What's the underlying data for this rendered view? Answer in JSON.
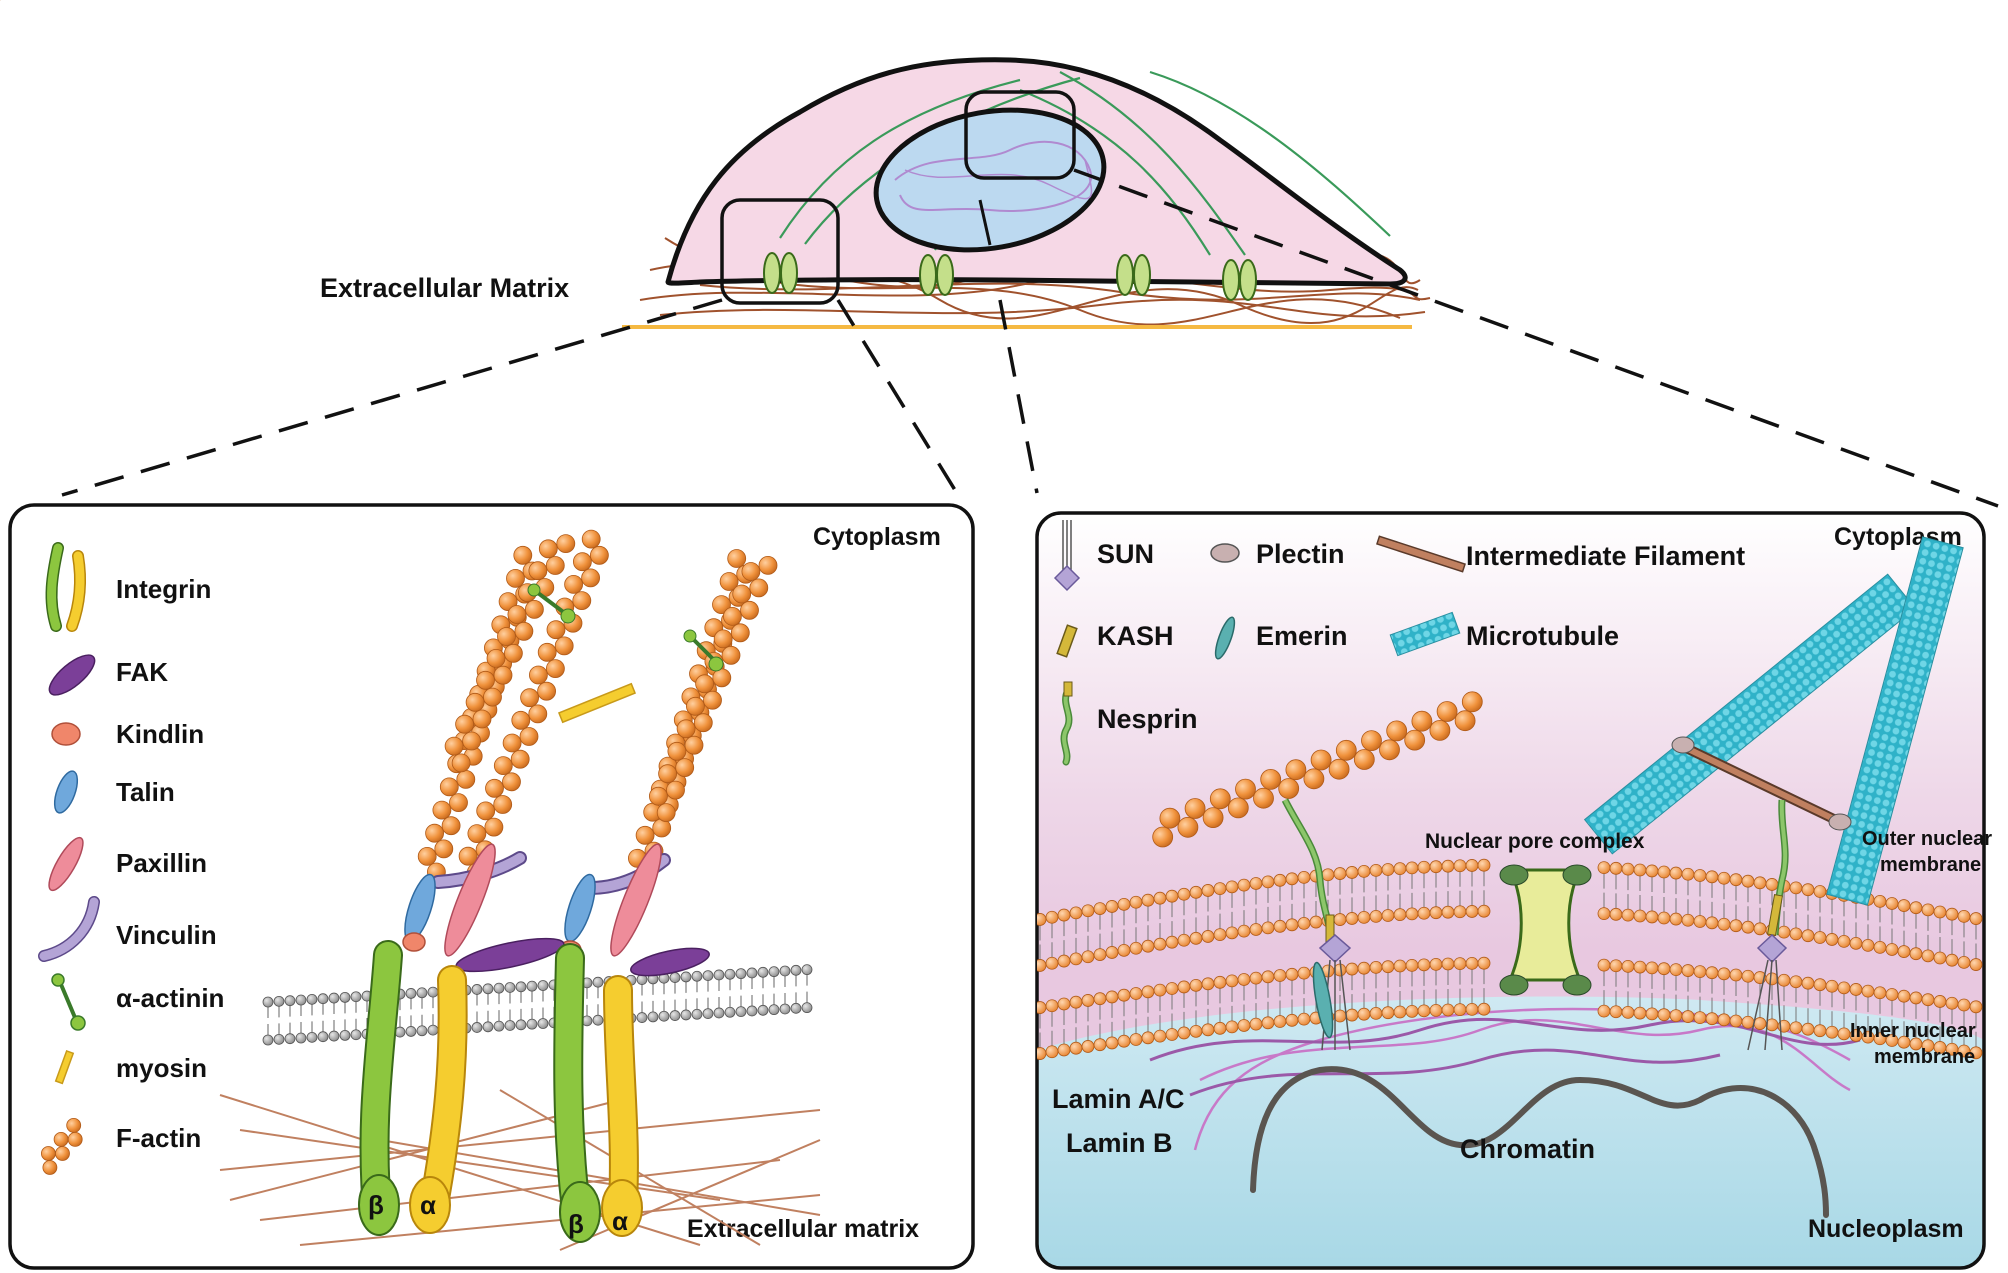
{
  "top": {
    "ecm_label": "Extracellular Matrix"
  },
  "left_panel": {
    "region_top": "Cytoplasm",
    "region_bottom": "Extracellular matrix",
    "legend": [
      {
        "icon": "integrin-icon",
        "label": "Integrin"
      },
      {
        "icon": "fak-icon",
        "label": "FAK"
      },
      {
        "icon": "kindlin-icon",
        "label": "Kindlin"
      },
      {
        "icon": "talin-icon",
        "label": "Talin"
      },
      {
        "icon": "paxillin-icon",
        "label": "Paxillin"
      },
      {
        "icon": "vinculin-icon",
        "label": "Vinculin"
      },
      {
        "icon": "alpha-actinin-icon",
        "label": "α-actinin"
      },
      {
        "icon": "myosin-icon",
        "label": "myosin"
      },
      {
        "icon": "f-actin-icon",
        "label": "F-actin"
      }
    ],
    "subunits": {
      "beta": "β",
      "alpha": "α"
    }
  },
  "right_panel": {
    "region_top": "Cytoplasm",
    "region_bottom": "Nucleoplasm",
    "legend": [
      {
        "icon": "sun-icon",
        "label": "SUN"
      },
      {
        "icon": "plectin-icon",
        "label": "Plectin"
      },
      {
        "icon": "intermediate-filament-icon",
        "label": "Intermediate Filament"
      },
      {
        "icon": "kash-icon",
        "label": "KASH"
      },
      {
        "icon": "emerin-icon",
        "label": "Emerin"
      },
      {
        "icon": "microtubule-icon",
        "label": "Microtubule"
      },
      {
        "icon": "nesprin-icon",
        "label": "Nesprin"
      }
    ],
    "npc_label": "Nuclear pore complex",
    "outer_membrane": [
      "Outer nuclear",
      "membrane"
    ],
    "inner_membrane": [
      "Inner nuclear",
      "membrane"
    ],
    "lamin_ac": "Lamin A/C",
    "lamin_b": "Lamin B",
    "chromatin": "Chromatin"
  },
  "colors": {
    "cell_fill": "#f6d8e6",
    "nucleus_fill": "#bcd9f0",
    "actin": "#f0923c",
    "integrin_beta": "#8cc63f",
    "integrin_alpha": "#f5cd2f",
    "fak": "#7b3f98",
    "talin": "#6fa8dc",
    "paxillin": "#ee8c9a",
    "vinculin": "#b4a4d6",
    "microtubule": "#3bbfd0",
    "lamin_ac": "#9b59a8",
    "chromatin": "#555555"
  }
}
